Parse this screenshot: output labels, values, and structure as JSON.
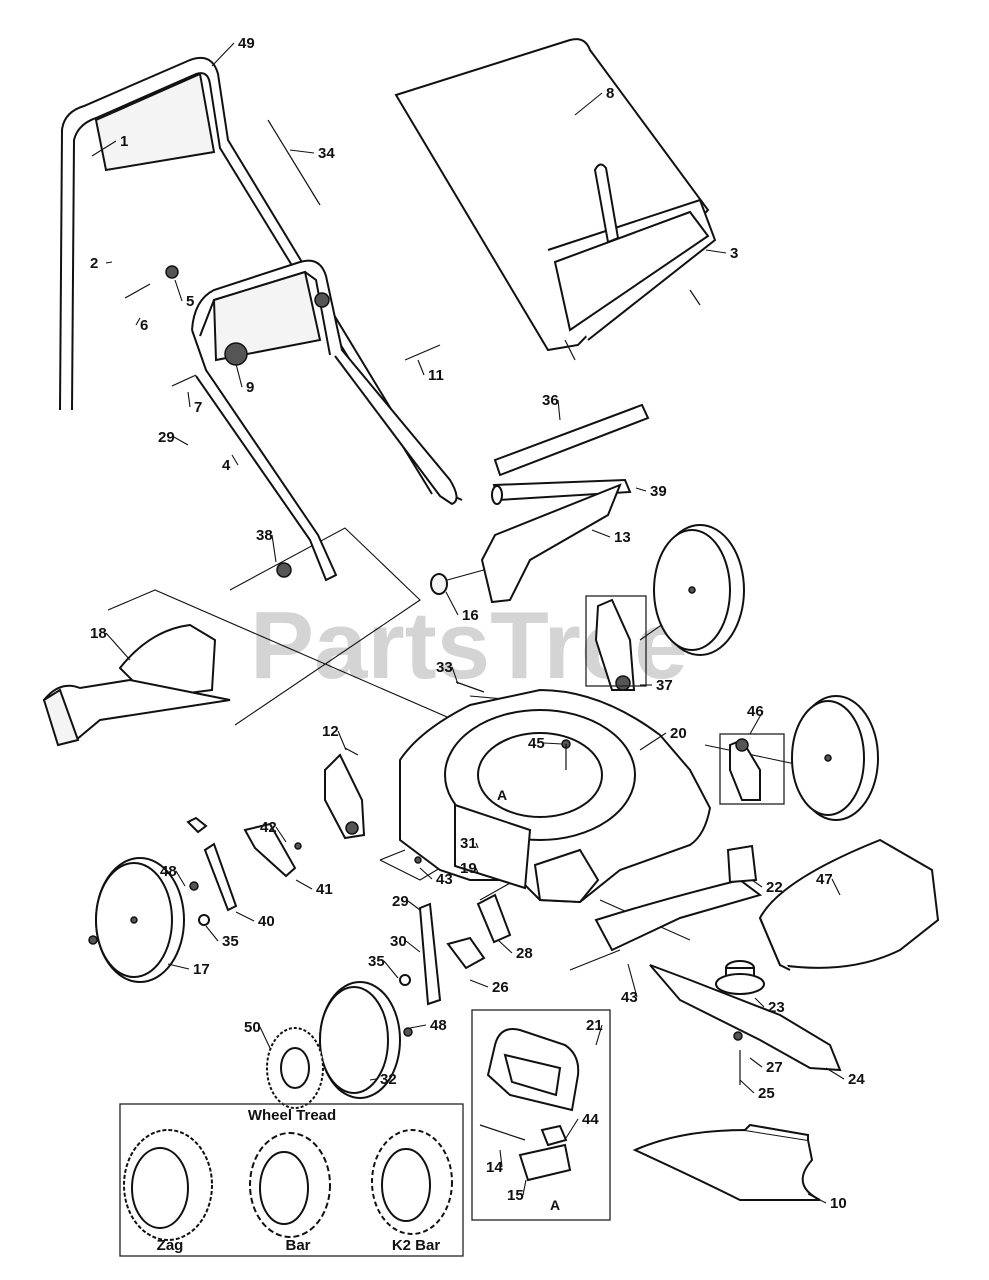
{
  "watermark": "PartsTree",
  "detail_marker": "A",
  "tread_box": {
    "title": "Wheel Tread",
    "options": [
      "Zag",
      "Bar",
      "K2 Bar"
    ]
  },
  "callouts": [
    "49",
    "1",
    "34",
    "8",
    "2",
    "5",
    "6",
    "3",
    "9",
    "11",
    "7",
    "36",
    "4",
    "39",
    "13",
    "38",
    "16",
    "18",
    "33",
    "37",
    "46",
    "12",
    "20",
    "45",
    "29",
    "42",
    "31",
    "19",
    "43",
    "22",
    "47",
    "48",
    "41",
    "40",
    "35",
    "17",
    "29",
    "28",
    "30",
    "35",
    "26",
    "43",
    "23",
    "21",
    "50",
    "48",
    "32",
    "27",
    "24",
    "25",
    "44",
    "14",
    "15",
    "10"
  ]
}
